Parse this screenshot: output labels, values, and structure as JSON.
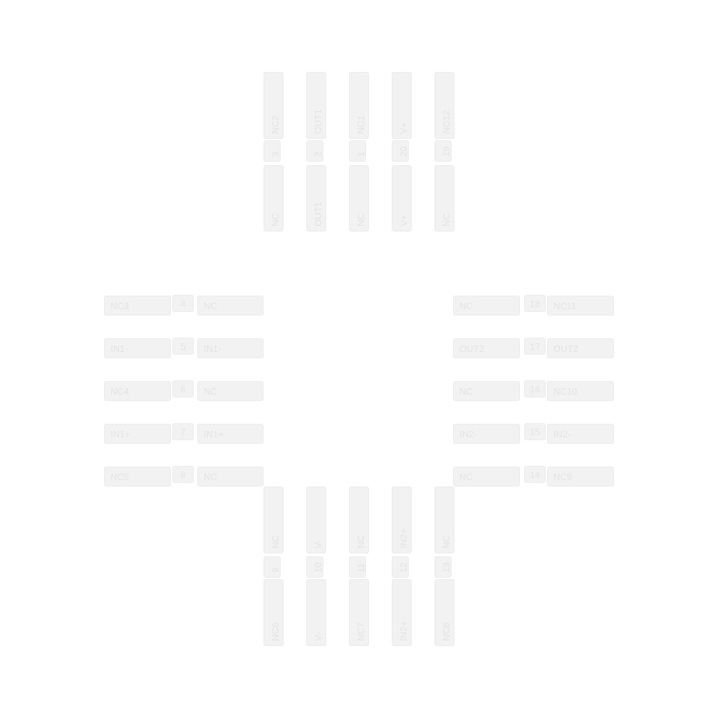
{
  "pins": [
    {
      "num": "1",
      "outer": "NC1",
      "inner": "NC"
    },
    {
      "num": "2",
      "outer": "OUT1",
      "inner": "OUT1"
    },
    {
      "num": "3",
      "outer": "NC2",
      "inner": "NC"
    },
    {
      "num": "4",
      "outer": "NC3",
      "inner": "NC"
    },
    {
      "num": "5",
      "outer": "IN1-",
      "inner": "IN1-"
    },
    {
      "num": "6",
      "outer": "NC4",
      "inner": "NC"
    },
    {
      "num": "7",
      "outer": "IN1+",
      "inner": "IN1+"
    },
    {
      "num": "8",
      "outer": "NC5",
      "inner": "NC"
    },
    {
      "num": "9",
      "outer": "NC6",
      "inner": "NC"
    },
    {
      "num": "10",
      "outer": "V-",
      "inner": "V-"
    },
    {
      "num": "11",
      "outer": "NC7",
      "inner": "NC"
    },
    {
      "num": "12",
      "outer": "IN2+",
      "inner": "IN2+"
    },
    {
      "num": "13",
      "outer": "NC8",
      "inner": "NC"
    },
    {
      "num": "14",
      "outer": "NC9",
      "inner": "NC"
    },
    {
      "num": "15",
      "outer": "IN2-",
      "inner": "IN2-"
    },
    {
      "num": "16",
      "outer": "NC10",
      "inner": "NC"
    },
    {
      "num": "17",
      "outer": "OUT2",
      "inner": "OUT2"
    },
    {
      "num": "18",
      "outer": "NC11",
      "inner": "NC"
    },
    {
      "num": "19",
      "outer": "NC12",
      "inner": "NC"
    },
    {
      "num": "20",
      "outer": "V+",
      "inner": "V+"
    }
  ],
  "colors": {
    "box_fill": "#f2f2f2",
    "box_border": "#ebebeb",
    "text": "#e3e3e3"
  }
}
